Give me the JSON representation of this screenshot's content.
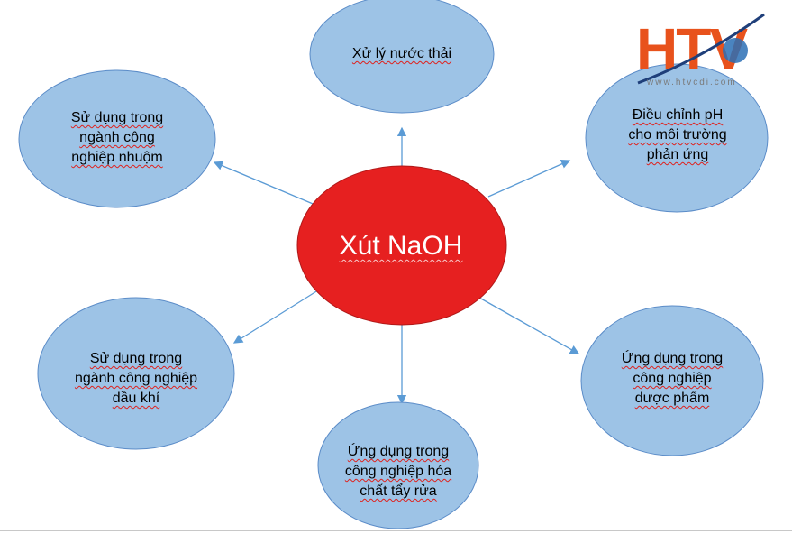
{
  "center": {
    "label": "Xút NaOH",
    "fill": "#e62020"
  },
  "nodes": [
    {
      "id": "top",
      "label": "Xử lý nước thải"
    },
    {
      "id": "top-left",
      "label": "Sử dụng trong\nngành công\nnghiệp nhuộm"
    },
    {
      "id": "top-right",
      "label": "Điều chỉnh pH\ncho môi trường\nphản ứng"
    },
    {
      "id": "bottom-left",
      "label": "Sử dụng trong\nngành công nghiệp\ndầu khí"
    },
    {
      "id": "bottom",
      "label": "Ứng dụng trong\ncông nghiệp hóa\nchất tẩy rửa"
    },
    {
      "id": "bottom-right",
      "label": "Ứng dụng trong\ncông nghiệp\ndược phẩm"
    }
  ],
  "colors": {
    "node_fill": "#9dc3e6",
    "node_stroke": "#5b8cc8",
    "arrow": "#5b9bd5"
  },
  "logo": {
    "text": "HTV",
    "url_text": "www.htvcdi.com"
  }
}
